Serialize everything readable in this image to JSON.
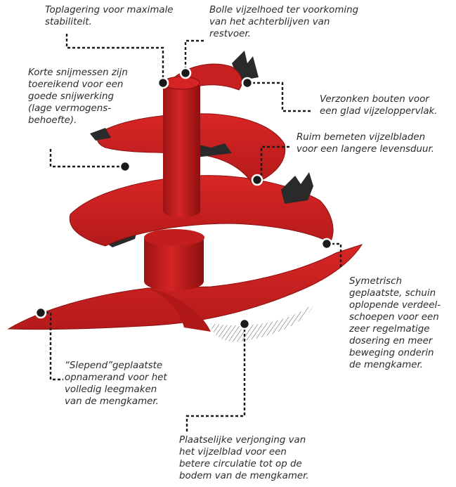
{
  "palette": {
    "auger_red": "#cf1f1f",
    "auger_dark": "#9e1414",
    "auger_shadow": "#7a0d0d",
    "knife": "#2a2a2a",
    "text": "#2b2b2b",
    "leader": "#1a1a1a"
  },
  "callouts": [
    {
      "id": "top-bearing",
      "text": "Toplagering voor maximale\nstabiliteit."
    },
    {
      "id": "convex-hood",
      "text": "Bolle vijzelhoed ter voorkoming\nvan het achterblijven van\nrestvoer."
    },
    {
      "id": "short-knives",
      "text": "Korte snijmessen zijn\ntoereikend voor een\ngoede snijwerking\n(lage vermogens-\nbehoefte)."
    },
    {
      "id": "countersunk-bolts",
      "text": "Verzonken bouten voor\neen glad vijzeloppervlak."
    },
    {
      "id": "wide-flights",
      "text": "Ruim bemeten vijzelbladen\nvoor een langere levensduur."
    },
    {
      "id": "distribution-blades",
      "text": "Symetrisch\ngeplaatste, schuin\noplopende verdeel-\nschoepen voor een\nzeer regelmatige\ndosering en meer\nbeweging onderin\nde mengkamer."
    },
    {
      "id": "trailing-edge",
      "text": "“Slepend”geplaatste\nopnamerand voor het\nvolledig leegmaken\nvan de mengkamer."
    },
    {
      "id": "local-taper",
      "text": "Plaatselijke verjonging van\nhet vijzelblad voor een\nbetere circulatie tot op de\nbodem van de mengkamer."
    }
  ]
}
